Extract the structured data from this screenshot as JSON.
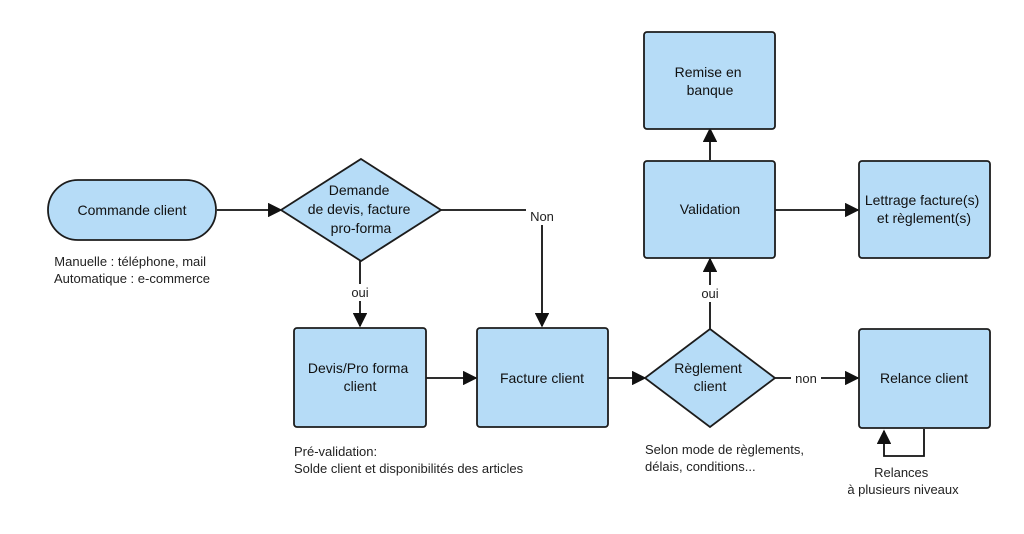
{
  "nodes": {
    "commande": {
      "lines": [
        "Commande client"
      ]
    },
    "demande": {
      "lines": [
        "Demande",
        "de devis, facture",
        "pro-forma"
      ]
    },
    "devis": {
      "lines": [
        "Devis/Pro forma",
        "client"
      ]
    },
    "facture": {
      "lines": [
        "Facture client"
      ]
    },
    "reglement": {
      "lines": [
        "Règlement",
        "client"
      ]
    },
    "validation": {
      "lines": [
        "Validation"
      ]
    },
    "remise": {
      "lines": [
        "Remise en",
        "banque"
      ]
    },
    "lettrage": {
      "lines": [
        "Lettrage facture(s)",
        "et règlement(s)"
      ]
    },
    "relance": {
      "lines": [
        "Relance client"
      ]
    }
  },
  "edge_labels": {
    "non_demande": "Non",
    "oui_demande": "oui",
    "oui_reglement": "oui",
    "non_reglement": "non"
  },
  "notes": {
    "commande": [
      "Manuelle : téléphone, mail",
      "Automatique : e-commerce"
    ],
    "prevalidation": [
      "Pré-validation:",
      "Solde client et disponibilités des articles"
    ],
    "reglement": [
      "Selon mode de règlements,",
      "délais, conditions..."
    ],
    "relance": [
      "Relances",
      "à plusieurs niveaux"
    ]
  },
  "colors": {
    "node_fill": "#b6dcf7",
    "stroke": "#1c1c1c"
  }
}
